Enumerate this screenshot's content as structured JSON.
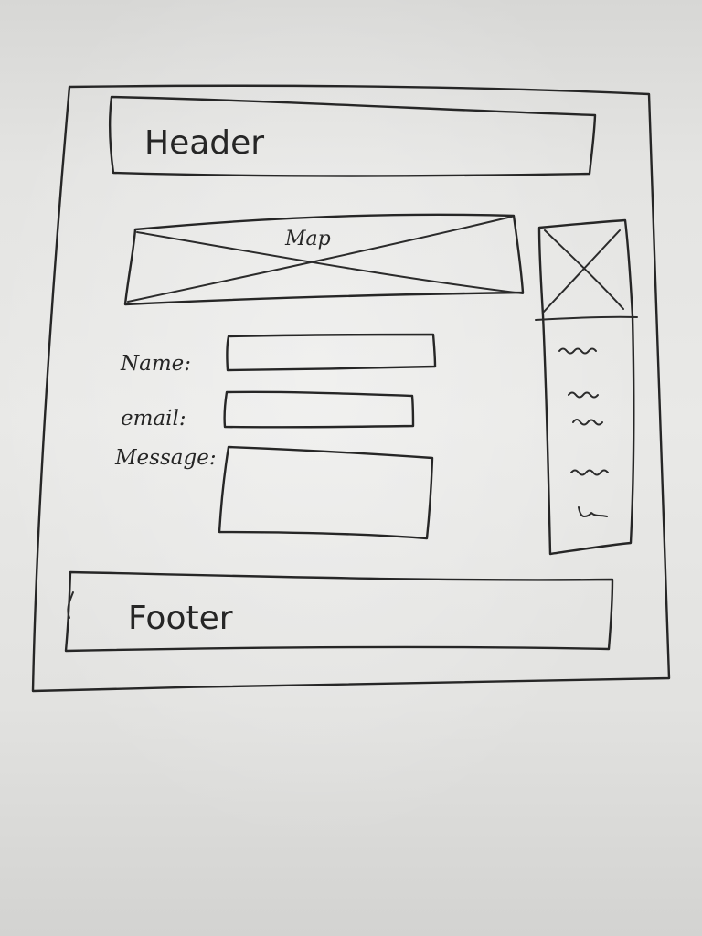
{
  "header": {
    "label": "Header"
  },
  "map": {
    "label": "Map"
  },
  "form": {
    "name_label": "Name:",
    "email_label": "email:",
    "message_label": "Message:"
  },
  "footer": {
    "label": "Footer"
  }
}
